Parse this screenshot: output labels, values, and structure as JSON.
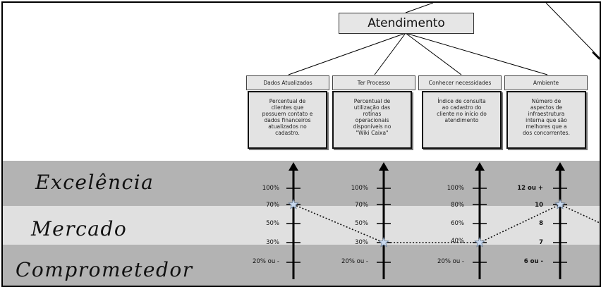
{
  "diagram": {
    "title": "Atendimento",
    "levels": [
      "Excelência",
      "Mercado",
      "Comprometedor"
    ],
    "criteria": [
      {
        "label": "Dados Atualizados",
        "indicator": "Percentual de clientes que possuem contato e dados financeiros atualizados no cadastro.",
        "scale": [
          "100%",
          "70%",
          "50%",
          "30%",
          "20% ou -"
        ],
        "marker": "70%"
      },
      {
        "label": "Ter Processo",
        "indicator": "Percentual de utilização das rotinas operacionais disponíveis no \"Wiki Caixa\"",
        "scale": [
          "100%",
          "70%",
          "50%",
          "30%",
          "20% ou -"
        ],
        "marker": "30%"
      },
      {
        "label": "Conhecer necessidades",
        "indicator": "Índice de consulta ao cadastro do cliente no início do atendimento",
        "scale": [
          "100%",
          "80%",
          "60%",
          "40%",
          "20% ou -"
        ],
        "marker": "40%"
      },
      {
        "label": "Ambiente",
        "indicator": "Número de aspectos de infraestrutura interna que são melhores que a dos concorrentes.",
        "scale": [
          "12 ou +",
          "10",
          "8",
          "7",
          "6 ou -"
        ],
        "marker": "10"
      }
    ]
  },
  "colors": {
    "band_dark": "#b3b3b3",
    "band_light": "#e0e0e0",
    "box_fill": "#e6e6e6",
    "line": "#000000",
    "marker_fill": "#c9d9ee"
  }
}
